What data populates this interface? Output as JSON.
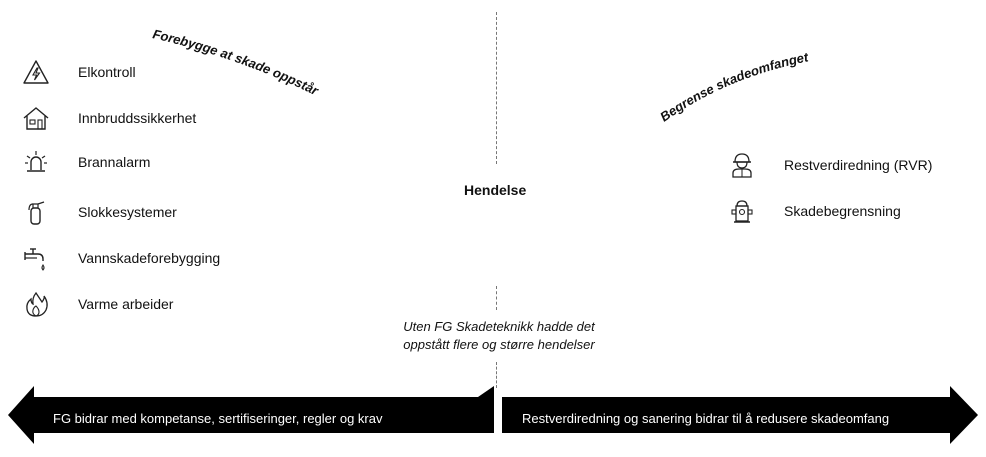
{
  "prevent_heading": "Forebygge at skade oppstår",
  "limit_heading": "Begrense skadeomfanget",
  "center_label": "Hendelse",
  "note_line1": "Uten FG Skadeteknikk hadde det",
  "note_line2": "oppstått flere og større hendelser",
  "left_items": [
    {
      "label": "Elkontroll",
      "icon": "electrical-warning-icon"
    },
    {
      "label": "Innbruddssikkerhet",
      "icon": "house-icon"
    },
    {
      "label": "Brannalarm",
      "icon": "alarm-siren-icon"
    },
    {
      "label": "Slokkesystemer",
      "icon": "fire-extinguisher-icon"
    },
    {
      "label": "Vannskadeforebygging",
      "icon": "water-tap-icon"
    },
    {
      "label": "Varme arbeider",
      "icon": "flame-icon"
    }
  ],
  "right_items": [
    {
      "label": "Restverdiredning (RVR)",
      "icon": "firefighter-icon"
    },
    {
      "label": "Skadebegrensning",
      "icon": "fire-hydrant-icon"
    }
  ],
  "left_arrow_text": "FG bidrar med kompetanse, sertifiseringer, regler og krav",
  "right_arrow_text": "Restverdiredning og sanering bidrar til å redusere skadeomfang",
  "colors": {
    "arrow": "#000000",
    "arrow_text": "#ffffff",
    "divider": "#777777"
  }
}
